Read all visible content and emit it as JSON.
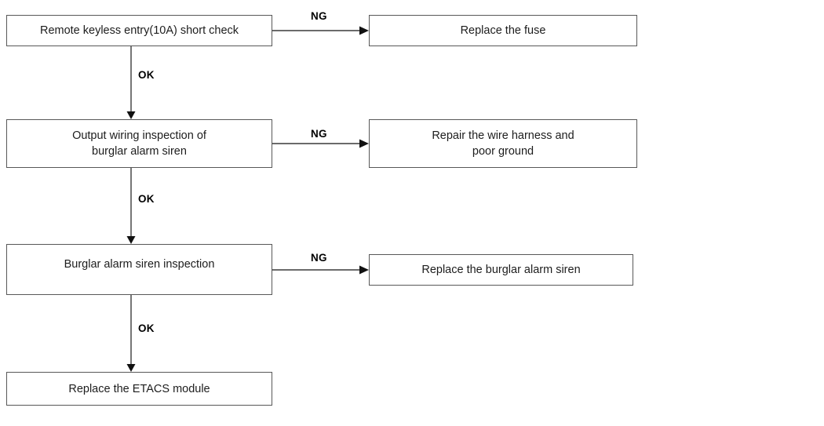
{
  "diagram": {
    "title": "Burglar alarm siren troubleshooting flowchart",
    "background_color": "#ffffff",
    "line_color": "#3a3a3a",
    "box_border_color": "#585858",
    "text_color": "#1d1d1d"
  },
  "nodes": {
    "check1": "Remote keyless entry(10A) short check",
    "check2": "Output wiring inspection of\nburglar alarm siren",
    "check3": "Burglar alarm siren inspection",
    "final": "Replace the ETACS module",
    "fix1": "Replace the fuse",
    "fix2": "Repair the wire harness and\npoor ground",
    "fix3": "Replace the burglar alarm siren"
  },
  "edges": {
    "ng1": "NG",
    "ng2": "NG",
    "ng3": "NG",
    "ok1": "OK",
    "ok2": "OK",
    "ok3": "OK"
  }
}
